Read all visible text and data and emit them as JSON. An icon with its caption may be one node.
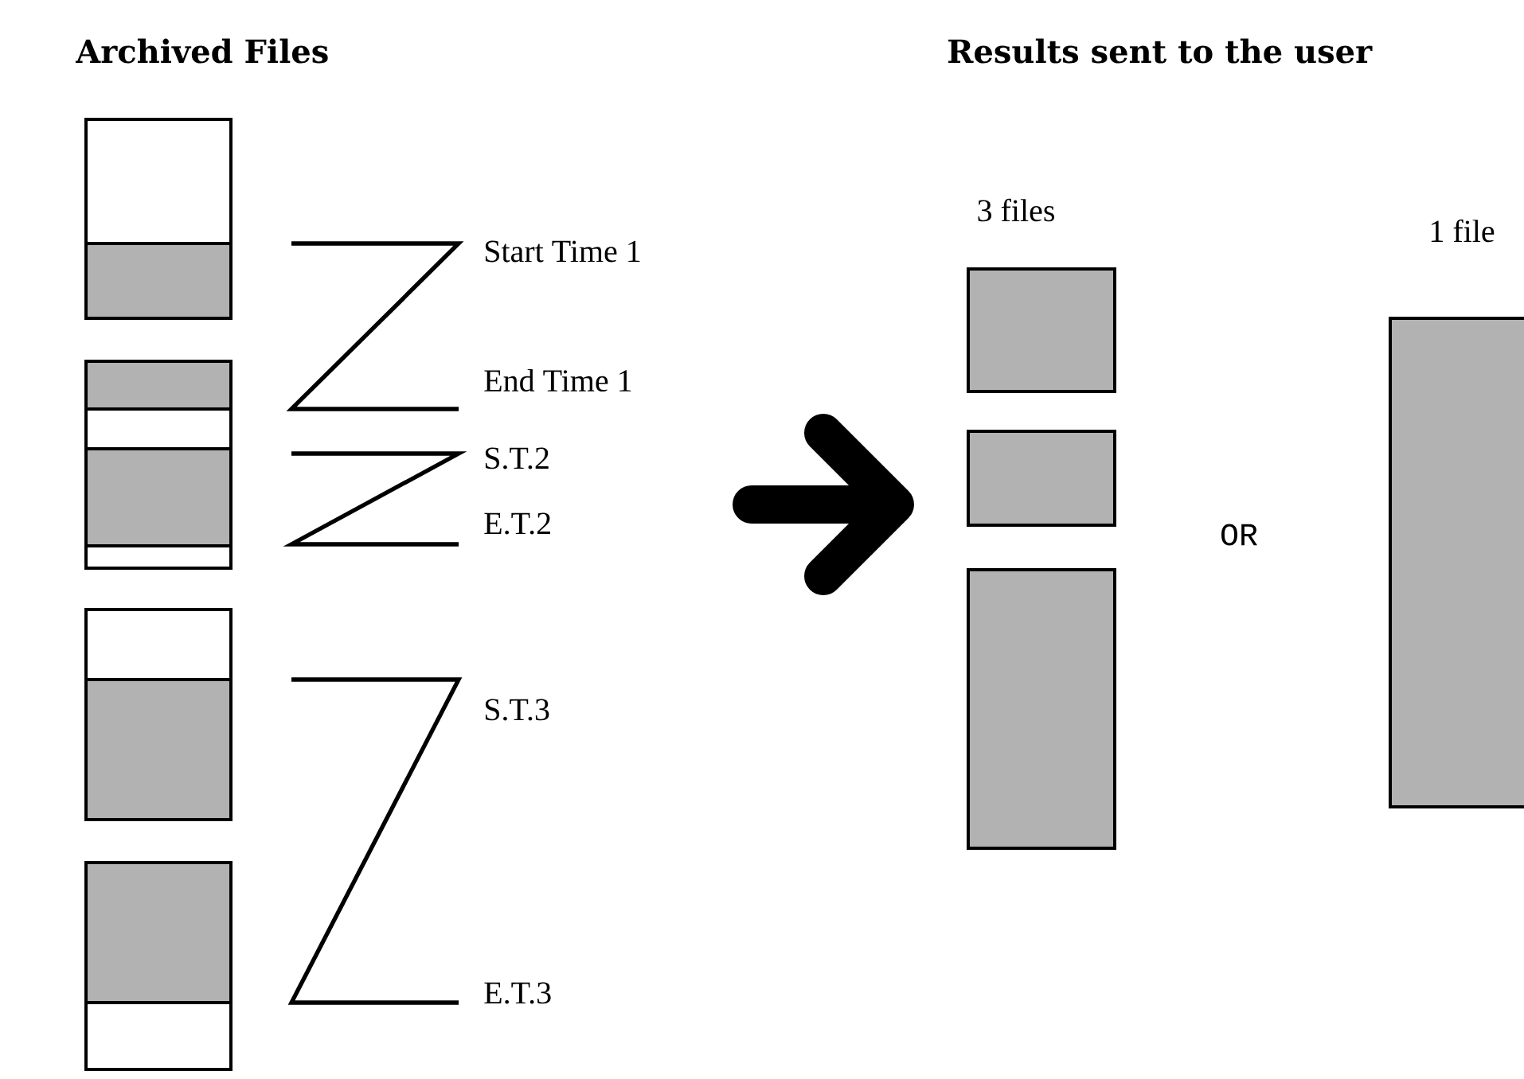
{
  "diagram": {
    "nodes": [
      {
        "text": [],
        "shape": "box"
      },
      {
        "text": [],
        "shape": "box"
      },
      {
        "text": [],
        "shape": "box"
      },
      {
        "text": [],
        "shape": "box"
      },
      {
        "text": [],
        "shape": "box"
      },
      {
        "text": [],
        "shape": "box"
      },
      {
        "text": [],
        "shape": "box"
      },
      {
        "text": [],
        "shape": "box"
      }
    ],
    "labels": [
      "Archived Files",
      "Results sent to the user",
      "3 files",
      "Start Time 1",
      "1 file",
      "End Time 1",
      "S.T.2",
      "E.T.2",
      "OR",
      "S.T.3",
      "E.T.3"
    ]
  }
}
